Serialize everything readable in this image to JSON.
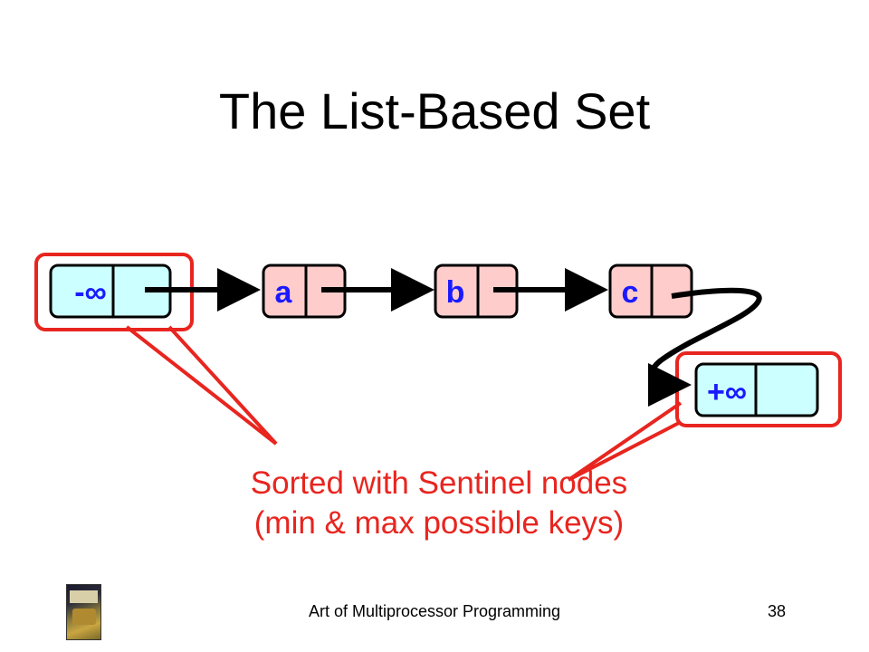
{
  "slide": {
    "title": "The List-Based Set",
    "footer": "Art of Multiprocessor Programming",
    "page_number": "38"
  },
  "nodes": {
    "head_key": "-∞",
    "a_key": "a",
    "b_key": "b",
    "c_key": "c",
    "tail_key": "+∞"
  },
  "caption": {
    "line1": "Sorted with Sentinel nodes",
    "line2": "(min & max possible keys)"
  },
  "colors": {
    "sentinel_fill": "#ccffff",
    "node_fill": "#ffcccc",
    "key_text": "#1a1aff",
    "callout": "#e8251f",
    "pointer": "#000000"
  }
}
